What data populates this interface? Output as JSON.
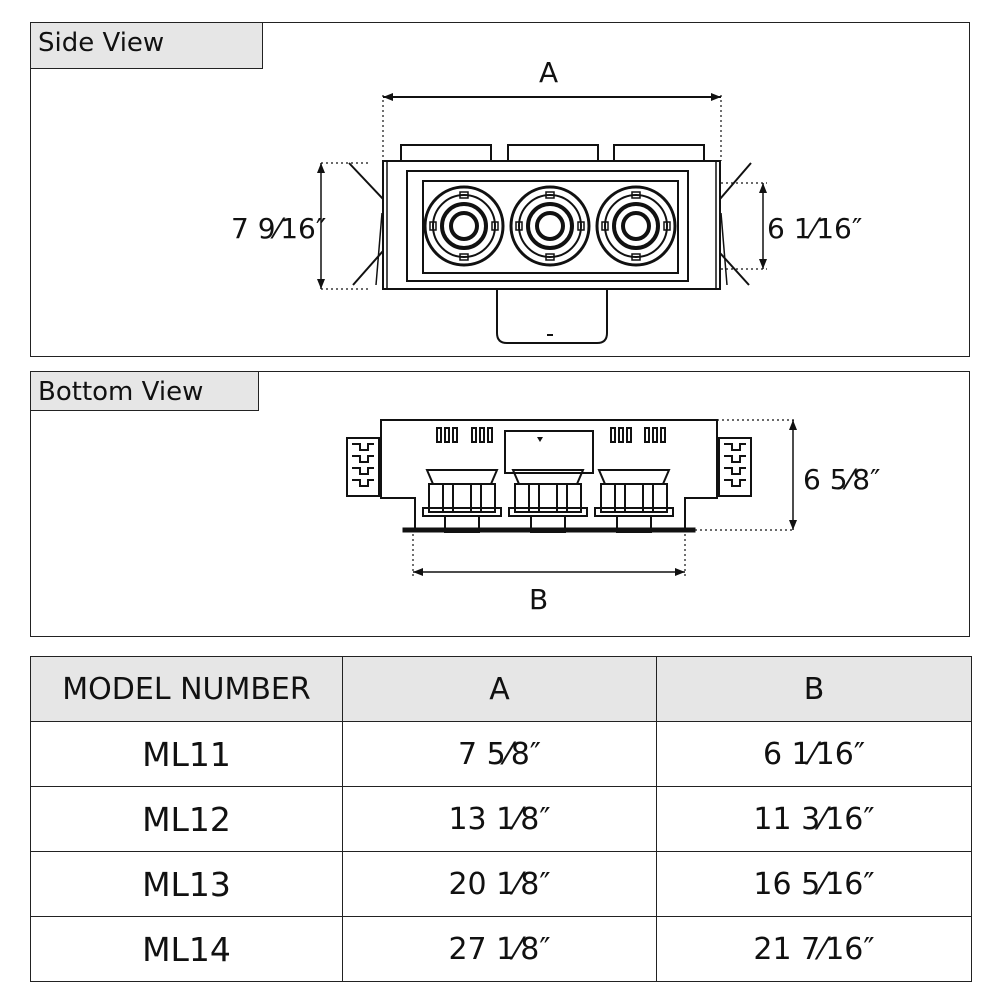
{
  "side_view": {
    "title": "Side View",
    "dim_a_letter": "A",
    "height_outer": "7 9⁄16″",
    "height_inner": "6 1⁄16″"
  },
  "bottom_view": {
    "title": "Bottom View",
    "dim_b_letter": "B",
    "height": "6 5⁄8″"
  },
  "table": {
    "headers": [
      "MODEL NUMBER",
      "A",
      "B"
    ],
    "rows": [
      {
        "model": "ML11",
        "a": "7 5⁄8″",
        "b": "6 1⁄16″"
      },
      {
        "model": "ML12",
        "a": "13 1⁄8″",
        "b": "11 3⁄16″"
      },
      {
        "model": "ML13",
        "a": "20 1⁄8″",
        "b": "16 5⁄16″"
      },
      {
        "model": "ML14",
        "a": "27 1⁄8″",
        "b": "21 7⁄16″"
      }
    ]
  }
}
